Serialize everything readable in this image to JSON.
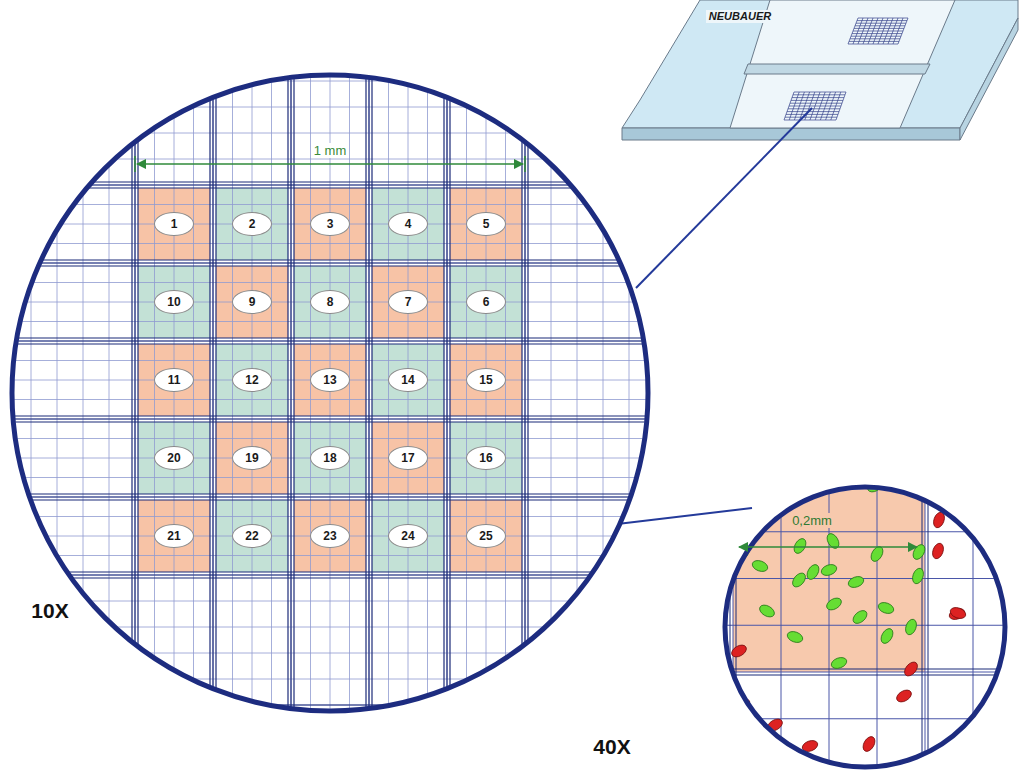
{
  "diagram": {
    "nodes": [
      {
        "text": [
          "1"
        ]
      },
      {
        "text": [
          "2"
        ]
      },
      {
        "text": [
          "3"
        ]
      },
      {
        "text": [
          "4"
        ]
      },
      {
        "text": [
          "5"
        ]
      },
      {
        "text": [
          "10"
        ]
      },
      {
        "text": [
          "9"
        ]
      },
      {
        "text": [
          "8"
        ]
      },
      {
        "text": [
          "7"
        ]
      },
      {
        "text": [
          "6"
        ]
      },
      {
        "text": [
          "11"
        ]
      },
      {
        "text": [
          "12"
        ]
      },
      {
        "text": [
          "13"
        ]
      },
      {
        "text": [
          "14"
        ]
      },
      {
        "text": [
          "15"
        ]
      },
      {
        "text": [
          "20"
        ]
      },
      {
        "text": [
          "19"
        ]
      },
      {
        "text": [
          "18"
        ]
      },
      {
        "text": [
          "17"
        ]
      },
      {
        "text": [
          "16"
        ]
      },
      {
        "text": [
          "21"
        ]
      },
      {
        "text": [
          "22"
        ]
      },
      {
        "text": [
          "23"
        ]
      },
      {
        "text": [
          "24"
        ]
      },
      {
        "text": [
          "25"
        ]
      }
    ],
    "labels": [
      "NEUBAUER",
      "1 mm",
      "10X",
      "0,2mm",
      "40X"
    ]
  }
}
